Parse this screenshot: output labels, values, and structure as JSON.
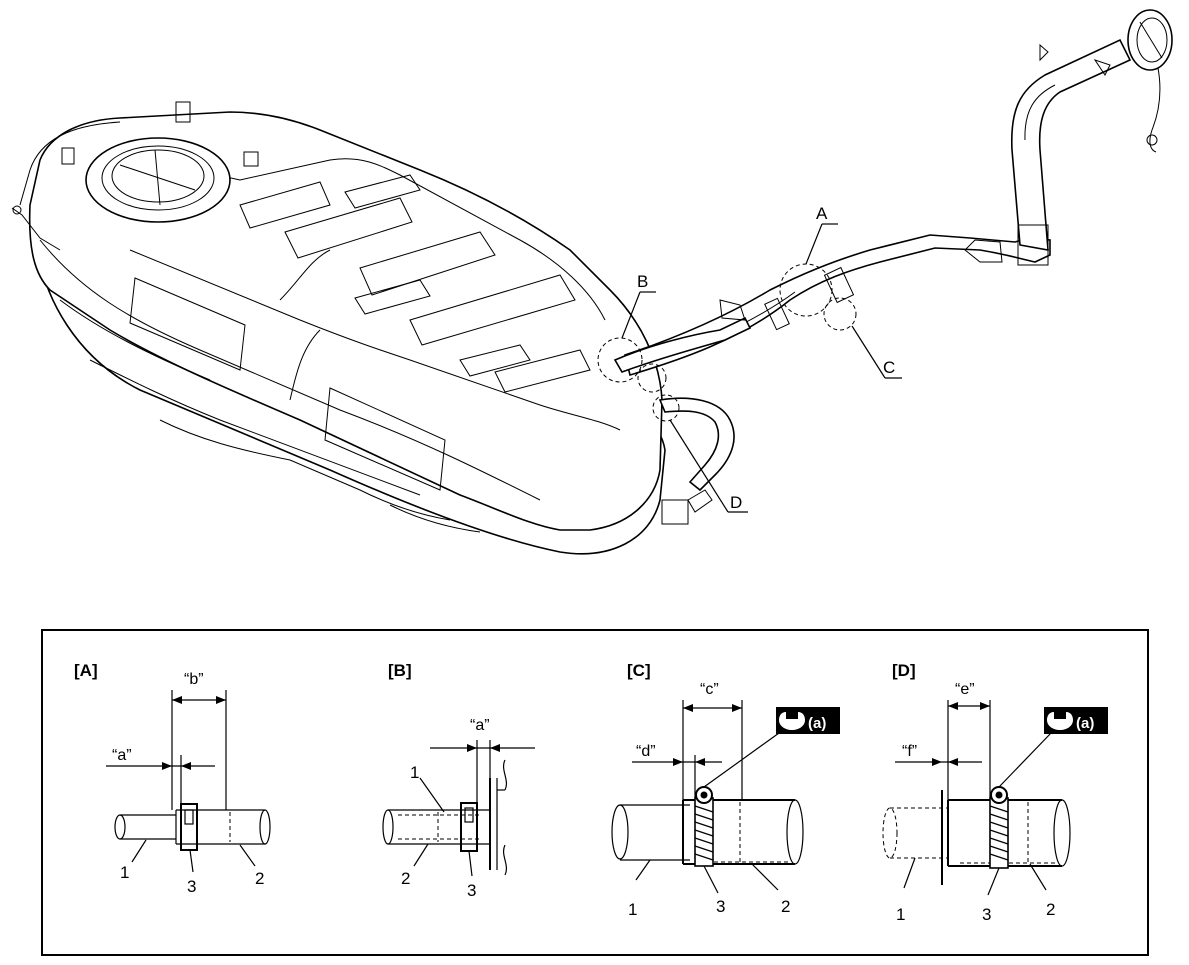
{
  "callouts": {
    "A": "A",
    "B": "B",
    "C": "C",
    "D": "D"
  },
  "panels": [
    {
      "title": "[A]",
      "dims": [
        "“a”",
        "“b”"
      ],
      "parts": [
        "1",
        "3",
        "2"
      ]
    },
    {
      "title": "[B]",
      "dims": [
        "“a”"
      ],
      "parts": [
        "1",
        "2",
        "3"
      ]
    },
    {
      "title": "[C]",
      "dims": [
        "“d”",
        "“c”"
      ],
      "parts": [
        "1",
        "3",
        "2"
      ],
      "torque": "(a)"
    },
    {
      "title": "[D]",
      "dims": [
        "“f”",
        "“e”"
      ],
      "parts": [
        "1",
        "3",
        "2"
      ],
      "torque": "(a)"
    }
  ]
}
